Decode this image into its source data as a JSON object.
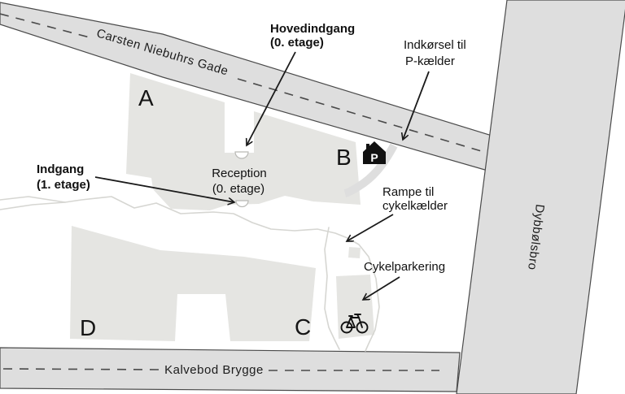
{
  "map": {
    "streets": {
      "carsten": "Carsten Niebuhrs Gade",
      "kalvebod": "Kalvebod Brygge",
      "dybbolsbro": "Dybbølsbro"
    },
    "buildings": {
      "a": "A",
      "b": "B",
      "c": "C",
      "d": "D"
    },
    "annotations": {
      "hovedindgang": {
        "line1": "Hovedindgang",
        "line2": "(0. etage)"
      },
      "indkorsel": {
        "line1": "Indkørsel til",
        "line2": "P-kælder"
      },
      "indgang": {
        "line1": "Indgang",
        "line2": "(1. etage)"
      },
      "reception": {
        "line1": "Reception",
        "line2": "(0. etage)"
      },
      "rampe": {
        "line1": "Rampe til",
        "line2": "cykelkælder"
      },
      "cykelparkering": {
        "label": "Cykelparkering"
      }
    },
    "icons": {
      "parking_letter": "P"
    },
    "colors": {
      "road": "#dedede",
      "building": "#e5e5e2",
      "outline": "#4a4a4a",
      "text": "#111111",
      "footpath": "#d6d6d2",
      "icon": "#111111"
    }
  }
}
